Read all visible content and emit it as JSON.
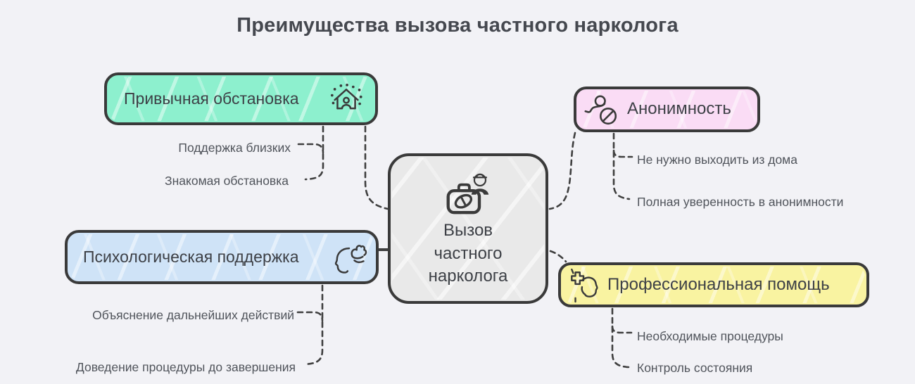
{
  "title": "Преимущества вызова частного нарколога",
  "center": {
    "label": "Вызов частного нарколога",
    "icon": "doctor-bag-icon",
    "fill": "#e9e9e9"
  },
  "branches": [
    {
      "id": "habitual-environment",
      "label": "Привычная обстановка",
      "icon": "home-icon",
      "fill": "#8df0ce",
      "leaves": [
        "Поддержка близких",
        "Знакомая обстановка"
      ]
    },
    {
      "id": "anonymity",
      "label": "Анонимность",
      "icon": "anonymous-user-icon",
      "fill": "#fadcf5",
      "leaves": [
        "Не нужно выходить из дома",
        "Полная уверенность в анонимности"
      ]
    },
    {
      "id": "psychological-support",
      "label": "Психологическая поддержка",
      "icon": "mind-support-icon",
      "fill": "#cfe3f7",
      "leaves": [
        "Объяснение дальнейших действий",
        "Доведение процедуры до завершения"
      ]
    },
    {
      "id": "professional-help",
      "label": "Профессиональная помощь",
      "icon": "medical-help-icon",
      "fill": "#f9f3a1",
      "leaves": [
        "Необходимые процедуры",
        "Контроль состояния"
      ]
    }
  ],
  "colors": {
    "background": "#f2f2f6",
    "border": "#3a3a3a",
    "line": "#3f3f3f",
    "title_text": "#45484f",
    "label_text": "#3d4046",
    "leaf_text": "#50545b",
    "green_fill": "#8df0ce",
    "pink_fill": "#fadcf5",
    "blue_fill": "#cfe3f7",
    "yellow_fill": "#f9f3a1",
    "center_fill": "#e9e9e9"
  }
}
